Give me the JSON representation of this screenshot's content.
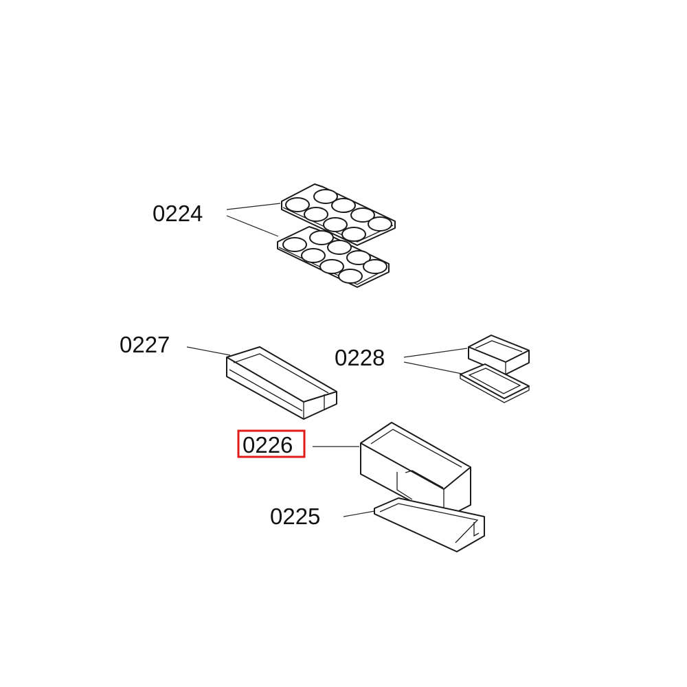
{
  "callouts": [
    {
      "id": "0224",
      "label": "0224",
      "highlighted": false
    },
    {
      "id": "0227",
      "label": "0227",
      "highlighted": false
    },
    {
      "id": "0228",
      "label": "0228",
      "highlighted": false
    },
    {
      "id": "0226",
      "label": "0226",
      "highlighted": true
    },
    {
      "id": "0225",
      "label": "0225",
      "highlighted": false
    }
  ],
  "colors": {
    "highlight": "#e01b1b",
    "line": "#1a1a1a",
    "background": "#ffffff"
  }
}
